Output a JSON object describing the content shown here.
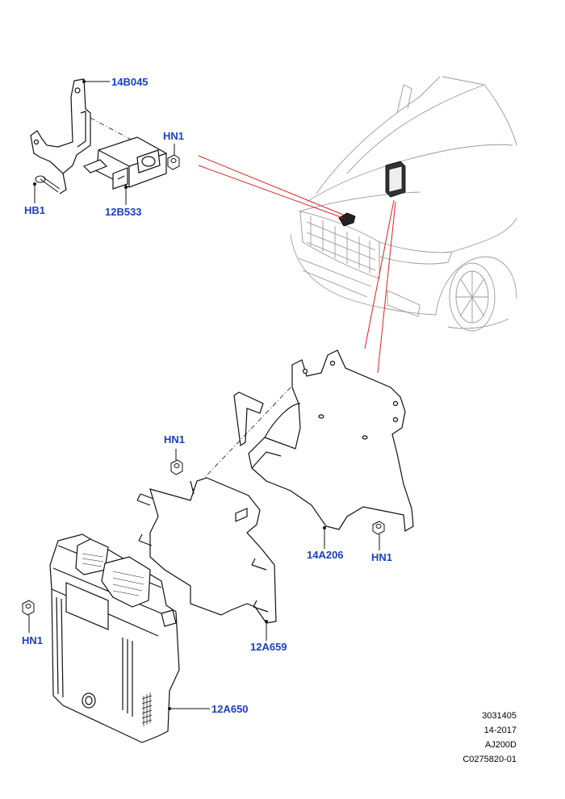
{
  "diagram": {
    "callouts": {
      "c_14b045": "14B045",
      "c_hn1_top": "HN1",
      "c_hb1": "HB1",
      "c_12b533": "12B533",
      "c_hn1_mid": "HN1",
      "c_14a206": "14A206",
      "c_hn1_right": "HN1",
      "c_hn1_left": "HN1",
      "c_12a659": "12A659",
      "c_12a650": "12A650"
    },
    "reference": {
      "line1": "3031405",
      "line2": "14-2017",
      "line3": "AJ200D",
      "line4": "C0275820-01"
    },
    "colors": {
      "callout_text": "#1a3fc4",
      "leader_line": "#e02020",
      "outline": "#111111",
      "ghost_vehicle": "#9a9a9a"
    }
  }
}
